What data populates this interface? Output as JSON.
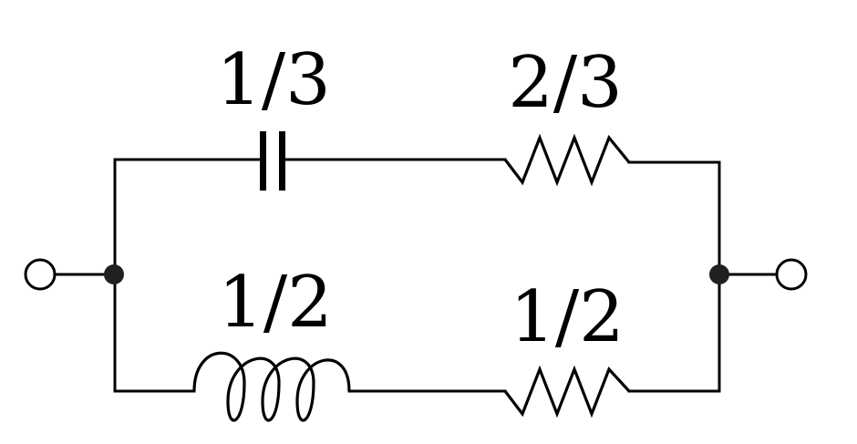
{
  "diagram": {
    "type": "RLC circuit (two parallel branches between two terminals)",
    "colors": {
      "line": "#000000",
      "junction": "#231f20",
      "background": "#ffffff"
    },
    "terminals": [
      {
        "id": "terminal-left",
        "kind": "open-circle"
      },
      {
        "id": "terminal-right",
        "kind": "open-circle"
      }
    ],
    "junctions": [
      {
        "id": "junction-left",
        "kind": "filled-dot"
      },
      {
        "id": "junction-right",
        "kind": "filled-dot"
      }
    ],
    "branches": [
      {
        "name": "upper-branch",
        "components": [
          {
            "kind": "capacitor",
            "label": "1/3"
          },
          {
            "kind": "resistor",
            "label": "2/3"
          }
        ]
      },
      {
        "name": "lower-branch",
        "components": [
          {
            "kind": "inductor",
            "label": "1/2"
          },
          {
            "kind": "resistor",
            "label": "1/2"
          }
        ]
      }
    ]
  }
}
